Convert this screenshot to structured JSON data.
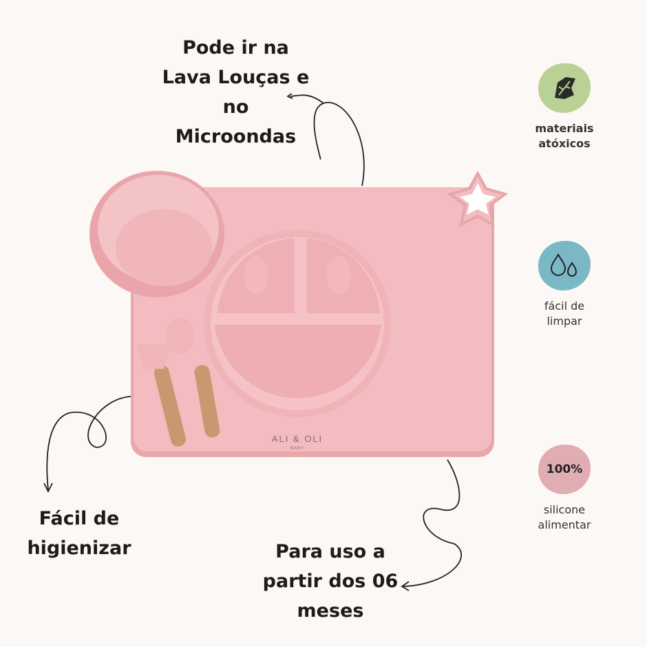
{
  "callouts": {
    "top": [
      "Pode ir na",
      "Lava Louças e",
      "no",
      "Microondas"
    ],
    "left": [
      "Fácil de",
      "higienizar"
    ],
    "bottom": [
      "Para uso a",
      "partir dos 06",
      "meses"
    ]
  },
  "features": [
    {
      "icon": "leaf-icon",
      "color": "#b9d195",
      "lines": [
        "materiais",
        "atóxicos"
      ]
    },
    {
      "icon": "water-drops-icon",
      "color": "#7ab8c6",
      "lines": [
        "fácil de",
        "limpar"
      ]
    },
    {
      "icon": "100-percent-badge",
      "color": "#dfadb2",
      "badge": "100%",
      "lines": [
        "silicone",
        "alimentar"
      ]
    }
  ],
  "product": {
    "brand": "ALI & OLI",
    "sub": "BABY",
    "color": "#f1b9bd"
  }
}
